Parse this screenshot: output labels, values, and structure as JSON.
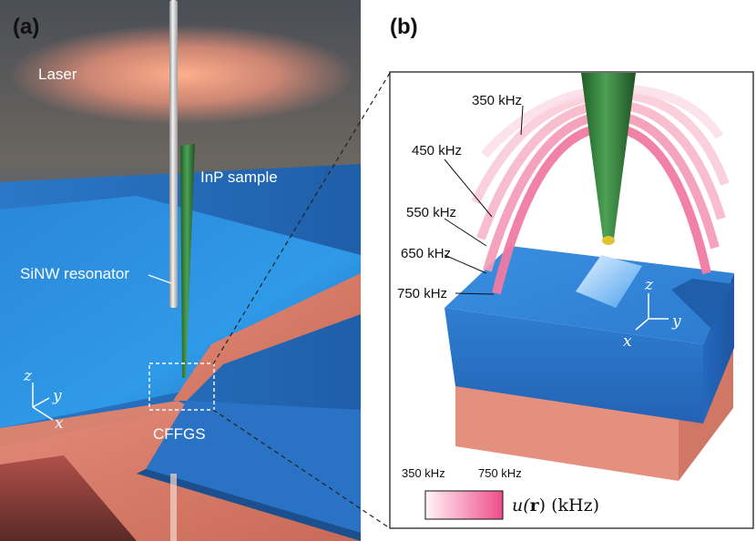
{
  "panel_a": {
    "tag": "(a)",
    "labels": {
      "laser": "Laser",
      "inp_sample": "InP sample",
      "sinw_resonator": "SiNW resonator",
      "cffgs": "CFFGS"
    },
    "axes": {
      "z": "z",
      "y": "y",
      "x": "x"
    }
  },
  "panel_b": {
    "tag": "(b)",
    "shell_labels": [
      "350 kHz",
      "450 kHz",
      "550 kHz",
      "650 kHz",
      "750 kHz"
    ],
    "axes": {
      "z": "z",
      "y": "y",
      "x": "x"
    },
    "colorbar": {
      "min_label": "350 kHz",
      "max_label": "750 kHz",
      "quantity": "u(r) (kHz)",
      "quantity_main": "u(",
      "quantity_bold": "r",
      "quantity_end": ")  (kHz)",
      "color_low": "#fff5f8",
      "color_high": "#ee4d88"
    }
  },
  "colors": {
    "substrate_blue": "#2a6ec0",
    "gold_layer": "#e48a76",
    "nanowire_green": "#2f7d35",
    "laser_glow": "#f6a98a"
  }
}
